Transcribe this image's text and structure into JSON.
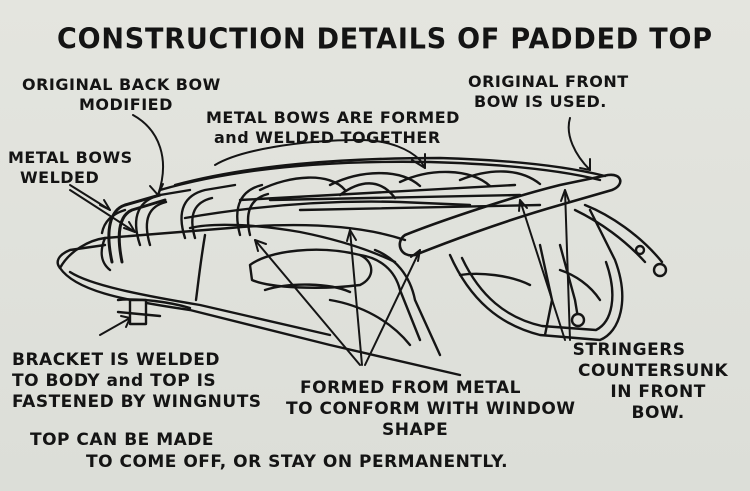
{
  "title": "CONSTRUCTION DETAILS OF PADDED TOP",
  "labels": {
    "back_bow": [
      "ORIGINAL BACK BOW",
      "MODIFIED"
    ],
    "metal_bows_formed": [
      "METAL BOWS ARE FORMED",
      "and WELDED TOGETHER"
    ],
    "front_bow": [
      "ORIGINAL FRONT",
      "BOW IS USED."
    ],
    "bows_welded": [
      "METAL BOWS",
      "WELDED"
    ],
    "bracket": [
      "BRACKET IS WELDED",
      "TO BODY and TOP IS",
      "FASTENED BY WINGNUTS"
    ],
    "stringers": [
      "STRINGERS",
      "COUNTERSUNK",
      "IN FRONT",
      "BOW."
    ],
    "formed_metal": [
      "FORMED FROM METAL",
      "TO CONFORM WITH WINDOW",
      "SHAPE"
    ],
    "removable": [
      "TOP CAN BE MADE",
      "TO COME OFF, OR STAY ON PERMANENTLY."
    ]
  }
}
